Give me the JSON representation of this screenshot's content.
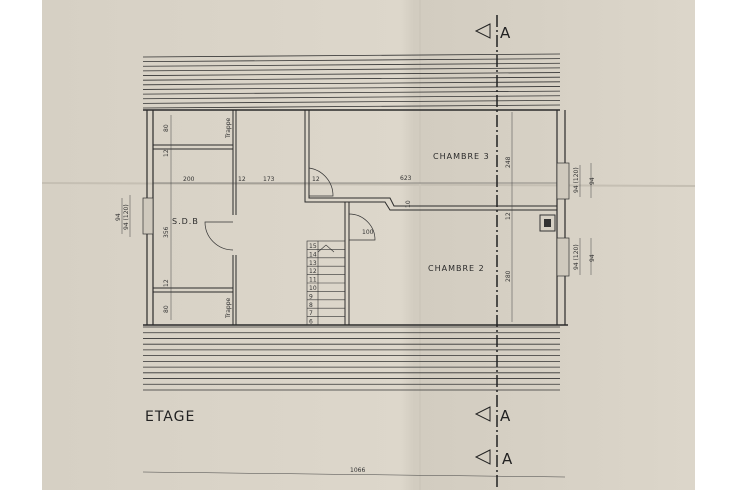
{
  "plan": {
    "title": "ETAGE",
    "rooms": {
      "bath": "S.D.B",
      "bedroom3": "CHAMBRE  3",
      "bedroom2": "CHAMBRE  2"
    },
    "hatch_label": "Trappe",
    "section_marker": "A",
    "dimensions": {
      "bath_top": "80",
      "bath_wall_top": "12",
      "bath_width": "200",
      "wall_a": "12",
      "hall": "173",
      "wall_b": "12",
      "span_right": "623",
      "step": "10",
      "bath_height": "356",
      "bath_wall_bottom": "12",
      "bath_bottom": "80",
      "door_100": "100",
      "ch3_height": "248",
      "wall_c": "12",
      "ch2_height": "280",
      "win_left_a": "94",
      "win_left_b": "94 (120)",
      "win_right_top_a": "94 (120)",
      "win_right_top_b": "94",
      "win_right_bot_a": "94 (120)",
      "win_right_bot_b": "94",
      "overall": "1066"
    },
    "stair_steps": [
      "15",
      "14",
      "13",
      "12",
      "11",
      "10",
      "9",
      "8",
      "7",
      "6"
    ]
  },
  "colors": {
    "paper": "#d8d2c6",
    "ink": "#2b2b2b"
  }
}
